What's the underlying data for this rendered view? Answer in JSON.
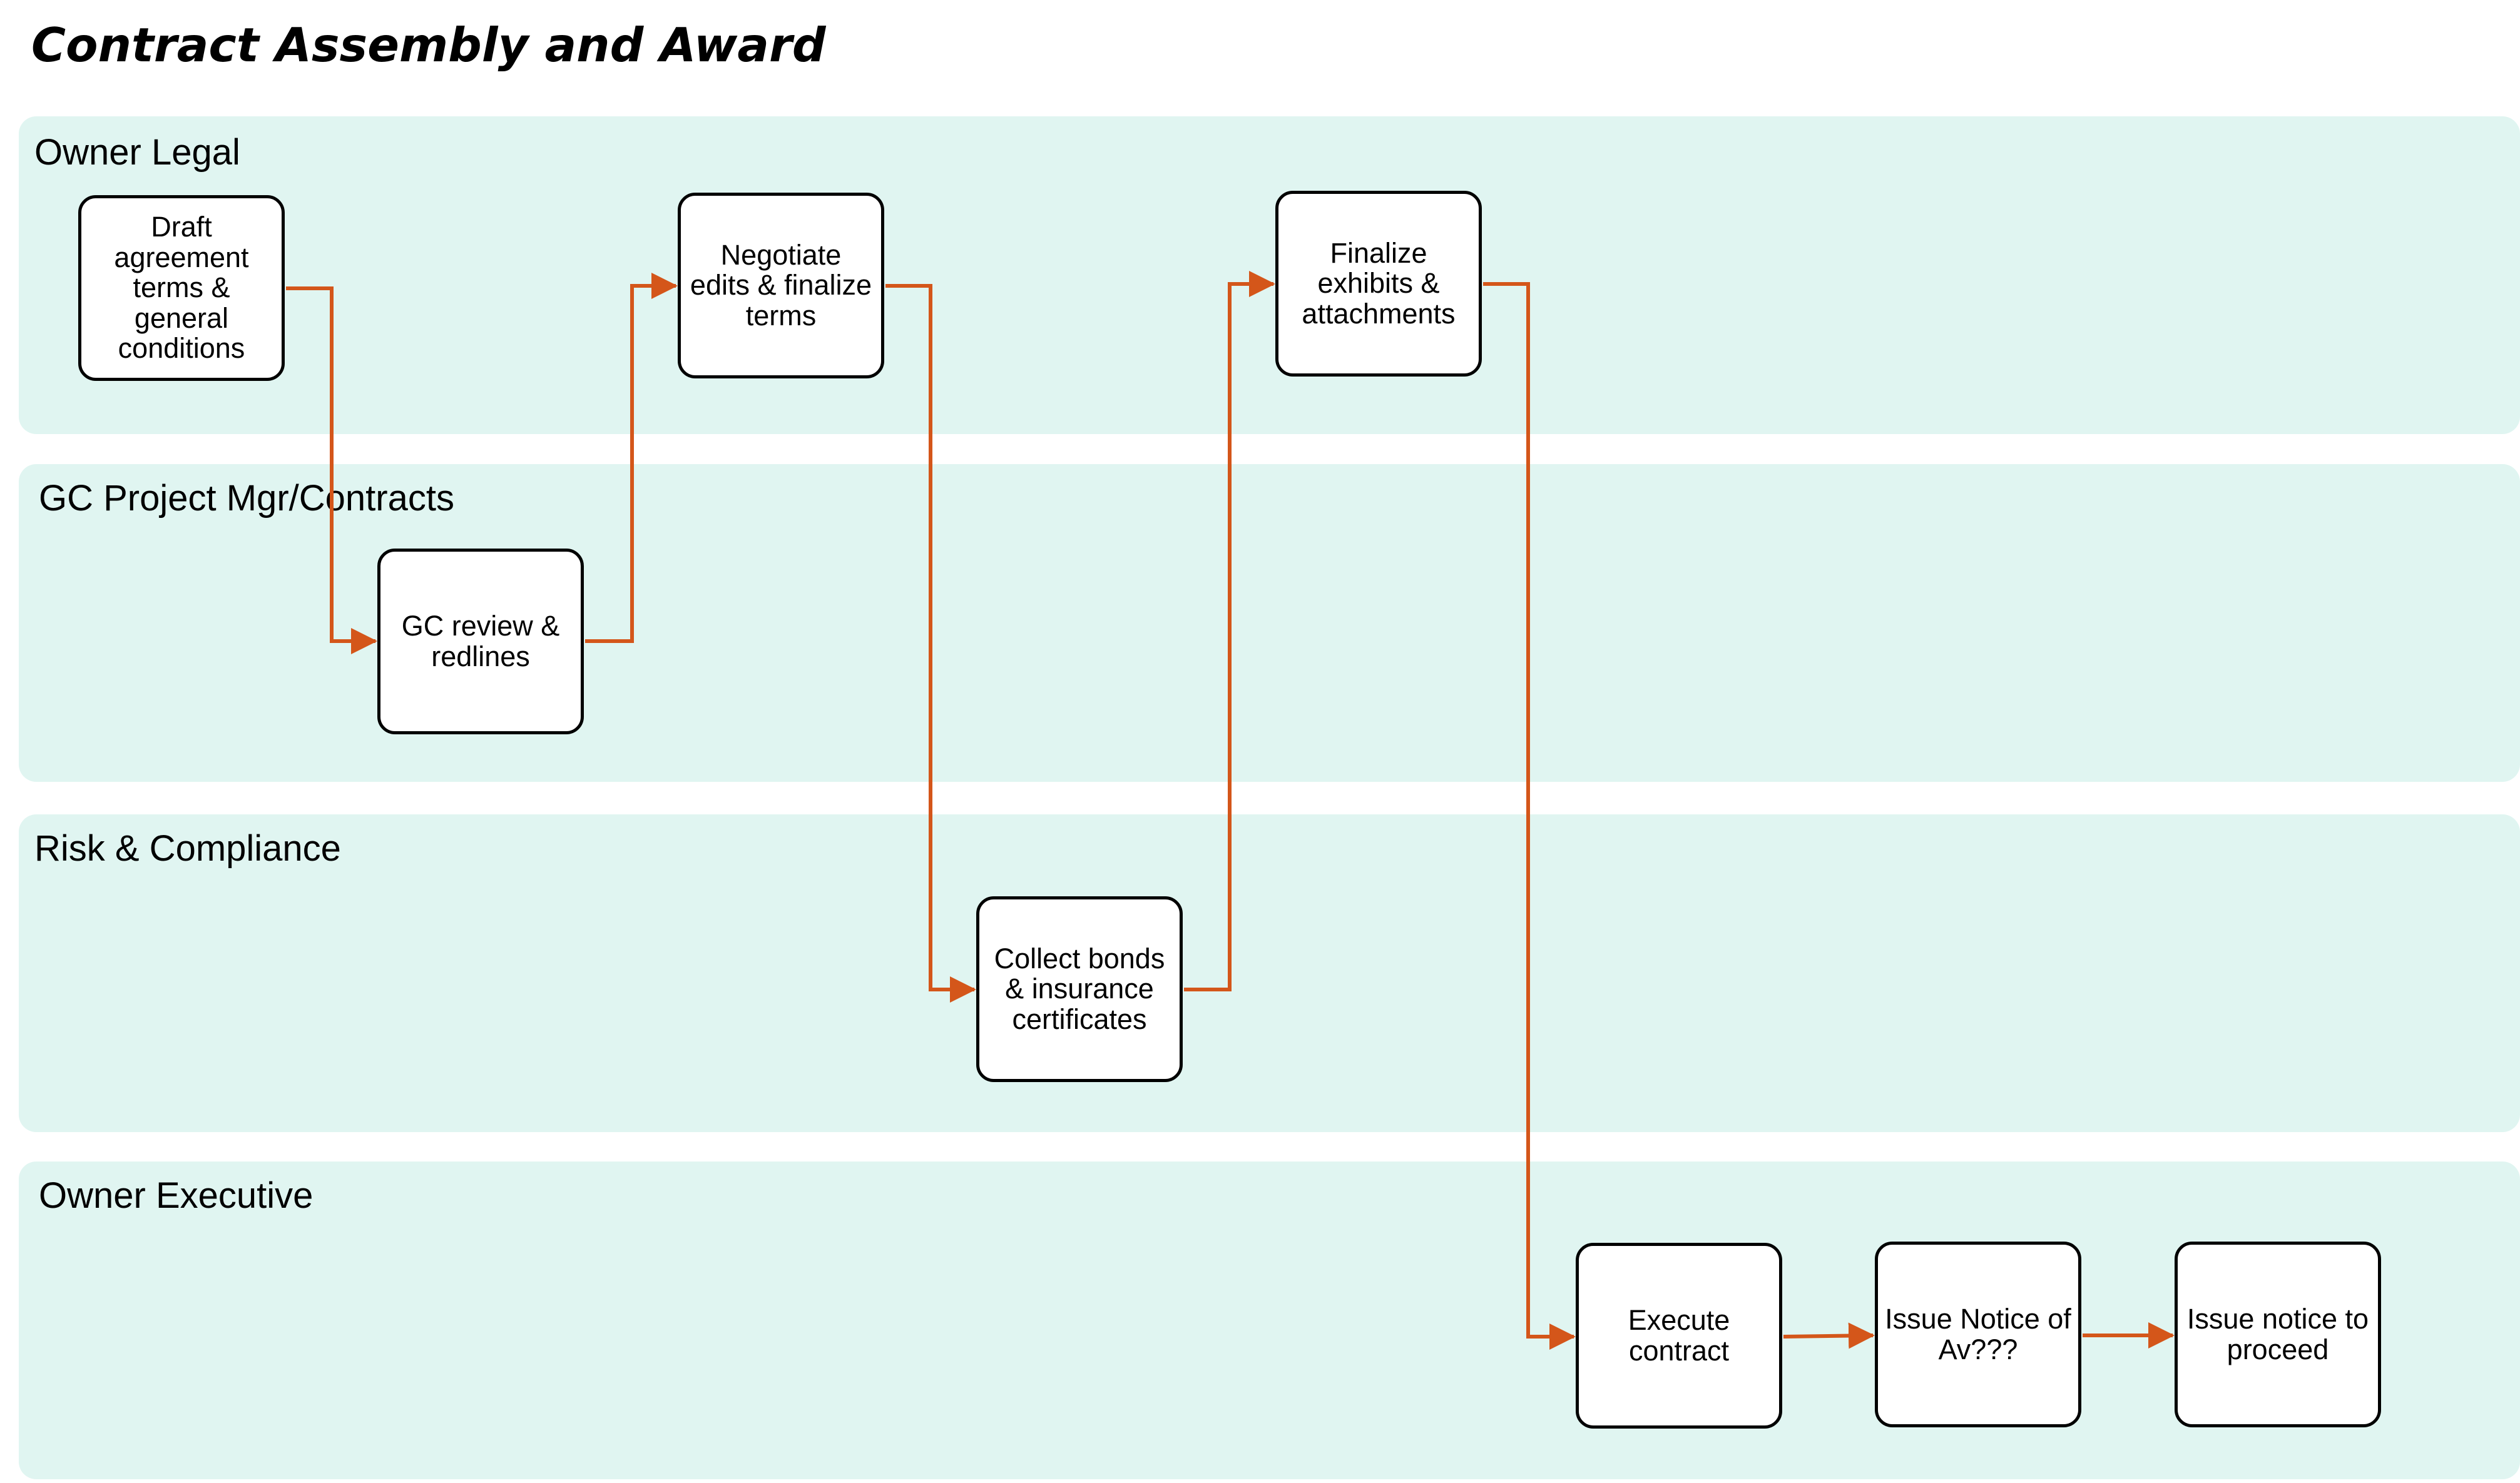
{
  "title": "Contract Assembly and Award",
  "colors": {
    "lane_bg": "#e0f5f1",
    "edge": "#d4561a",
    "node_border": "#000000"
  },
  "lanes": [
    {
      "id": "owner-legal",
      "label": "Owner Legal"
    },
    {
      "id": "gc-project",
      "label": "GC Project Mgr/Contracts"
    },
    {
      "id": "risk",
      "label": "Risk & Compliance"
    },
    {
      "id": "owner-exec",
      "label": "Owner Executive"
    }
  ],
  "nodes": [
    {
      "id": "draft",
      "label": "Draft\nagreement\nterms &\ngeneral\nconditions"
    },
    {
      "id": "gc-review",
      "label": "GC review &\nredlines"
    },
    {
      "id": "negotiate",
      "label": "Negotiate\nedits & finalize\nterms"
    },
    {
      "id": "collect",
      "label": "Collect bonds\n& insurance\ncertificates"
    },
    {
      "id": "finalize",
      "label": "Finalize\nexhibits &\nattachments"
    },
    {
      "id": "execute",
      "label": "Execute\ncontract"
    },
    {
      "id": "notice-award",
      "label": "Issue Notice of\nAv???"
    },
    {
      "id": "notice-proceed",
      "label": "Issue notice to\nproceed"
    }
  ],
  "edges": [
    {
      "from": "draft",
      "to": "gc-review"
    },
    {
      "from": "gc-review",
      "to": "negotiate"
    },
    {
      "from": "negotiate",
      "to": "collect"
    },
    {
      "from": "collect",
      "to": "finalize"
    },
    {
      "from": "finalize",
      "to": "execute"
    },
    {
      "from": "execute",
      "to": "notice-award"
    },
    {
      "from": "notice-award",
      "to": "notice-proceed"
    }
  ]
}
